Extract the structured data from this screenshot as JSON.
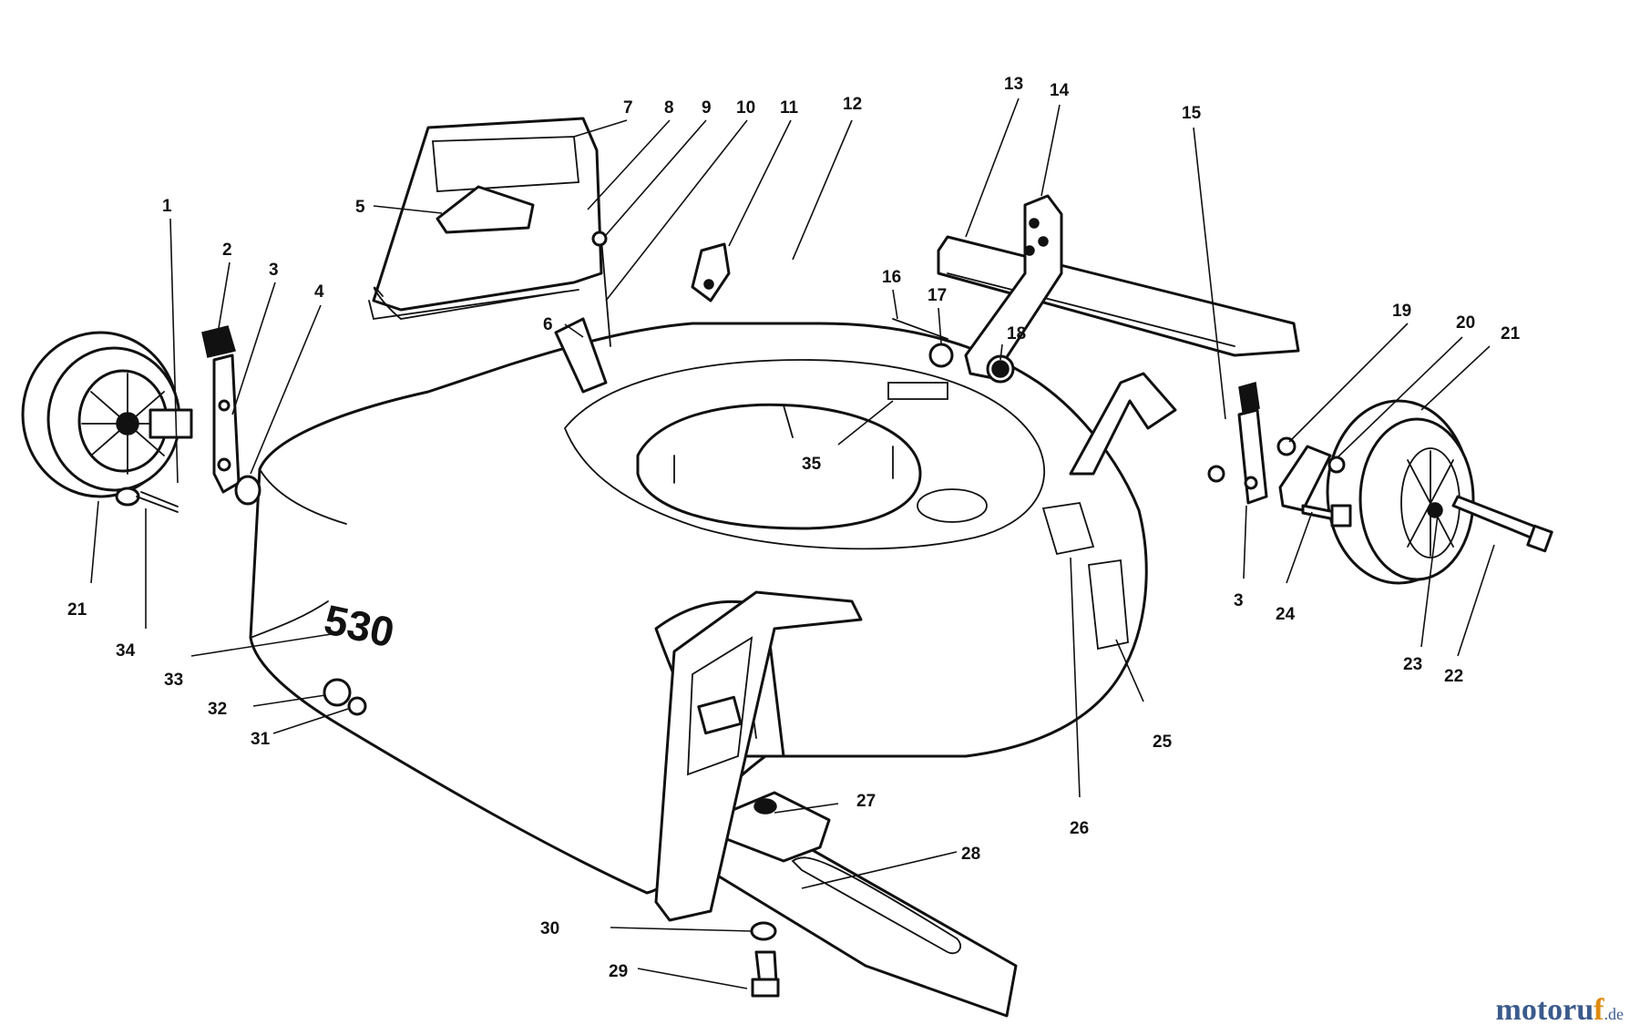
{
  "deck_marking": "530",
  "watermark": {
    "main": "motoru",
    "accent": "f",
    "tld": ".de"
  },
  "callouts": [
    {
      "id": "c1",
      "label": "1"
    },
    {
      "id": "c2",
      "label": "2"
    },
    {
      "id": "c3a",
      "label": "3"
    },
    {
      "id": "c4",
      "label": "4"
    },
    {
      "id": "c5",
      "label": "5"
    },
    {
      "id": "c6",
      "label": "6"
    },
    {
      "id": "c7",
      "label": "7"
    },
    {
      "id": "c8",
      "label": "8"
    },
    {
      "id": "c9",
      "label": "9"
    },
    {
      "id": "c10",
      "label": "10"
    },
    {
      "id": "c11",
      "label": "11"
    },
    {
      "id": "c12",
      "label": "12"
    },
    {
      "id": "c13",
      "label": "13"
    },
    {
      "id": "c14",
      "label": "14"
    },
    {
      "id": "c15",
      "label": "15"
    },
    {
      "id": "c16",
      "label": "16"
    },
    {
      "id": "c17",
      "label": "17"
    },
    {
      "id": "c18",
      "label": "18"
    },
    {
      "id": "c19",
      "label": "19"
    },
    {
      "id": "c20",
      "label": "20"
    },
    {
      "id": "c21a",
      "label": "21"
    },
    {
      "id": "c21b",
      "label": "21"
    },
    {
      "id": "c22",
      "label": "22"
    },
    {
      "id": "c23",
      "label": "23"
    },
    {
      "id": "c24",
      "label": "24"
    },
    {
      "id": "c3b",
      "label": "3"
    },
    {
      "id": "c25",
      "label": "25"
    },
    {
      "id": "c26",
      "label": "26"
    },
    {
      "id": "c27",
      "label": "27"
    },
    {
      "id": "c28",
      "label": "28"
    },
    {
      "id": "c29",
      "label": "29"
    },
    {
      "id": "c30",
      "label": "30"
    },
    {
      "id": "c31",
      "label": "31"
    },
    {
      "id": "c32",
      "label": "32"
    },
    {
      "id": "c33",
      "label": "33"
    },
    {
      "id": "c34",
      "label": "34"
    },
    {
      "id": "c35",
      "label": "35"
    }
  ]
}
